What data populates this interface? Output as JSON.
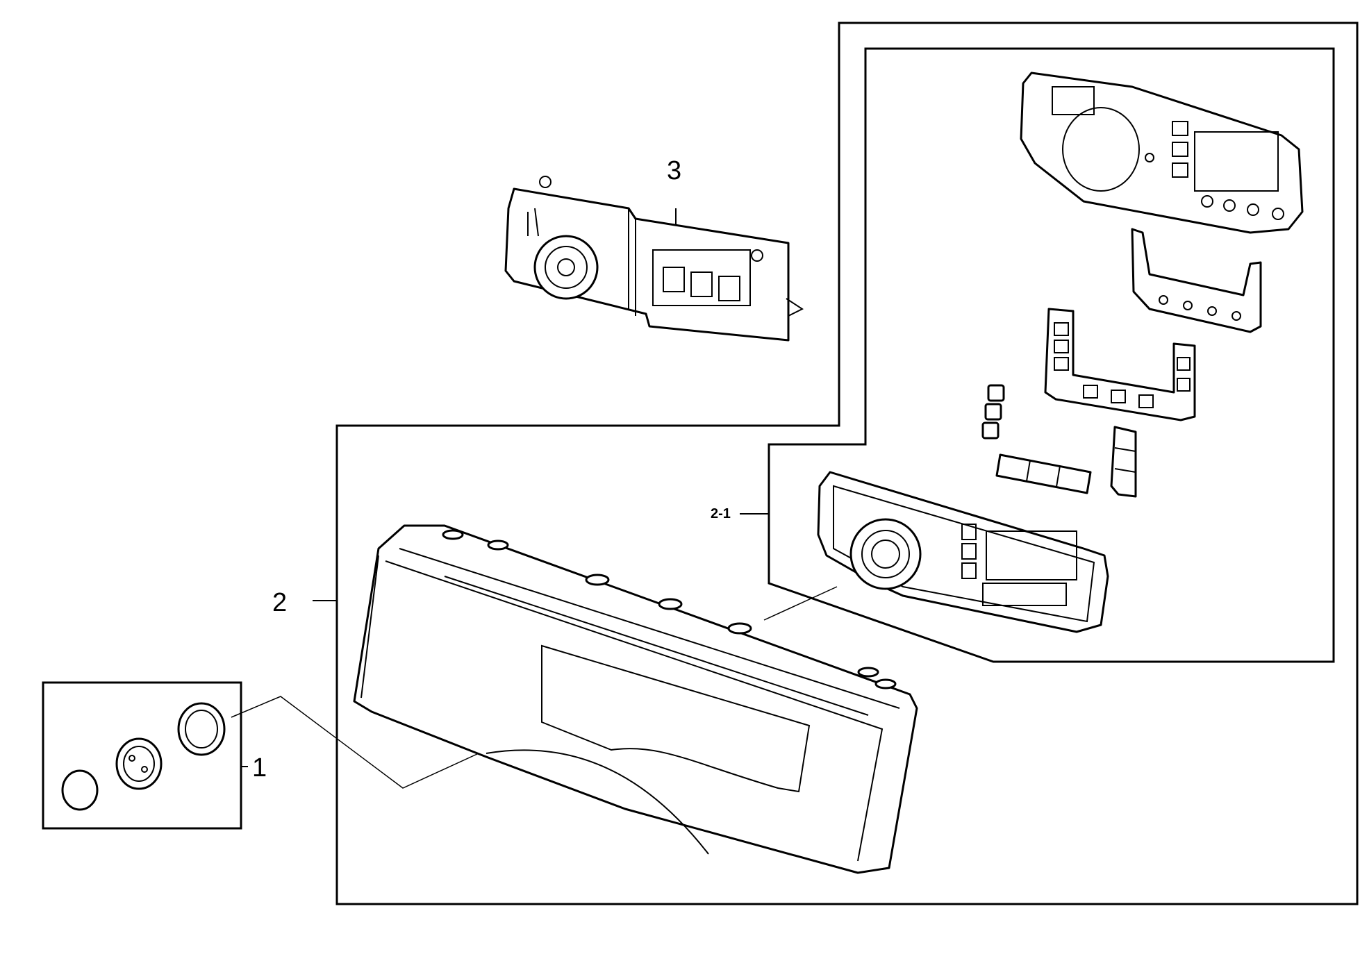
{
  "diagram": {
    "labels": {
      "part_1": "1",
      "part_2": "2",
      "part_2_1": "2-1",
      "part_3": "3"
    }
  }
}
